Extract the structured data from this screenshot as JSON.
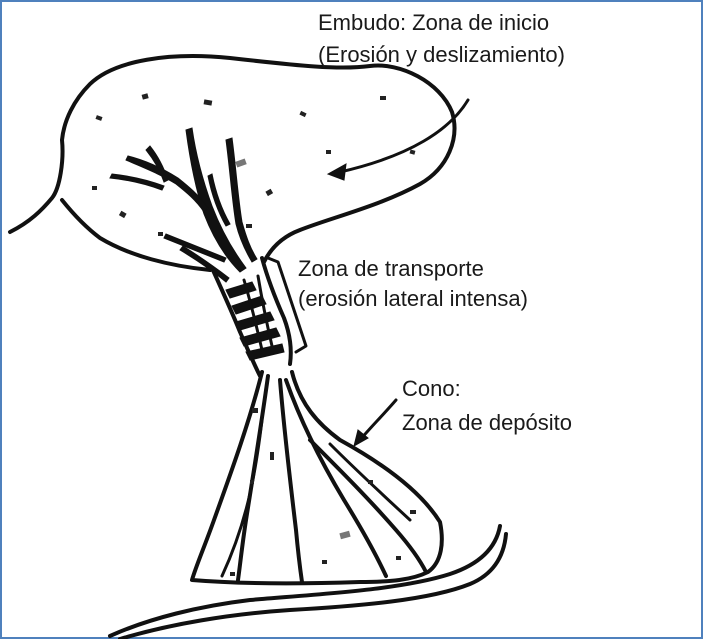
{
  "labels": {
    "funnel_line1": "Embudo: Zona de inicio",
    "funnel_line2": "(Erosión y deslizamiento)",
    "transport_line1": "Zona de transporte",
    "transport_line2": "(erosión lateral intensa)",
    "cone_line1": "Cono:",
    "cone_line2": "Zona de depósito"
  },
  "colors": {
    "frame": "#4f81bd",
    "ink": "#111111"
  }
}
